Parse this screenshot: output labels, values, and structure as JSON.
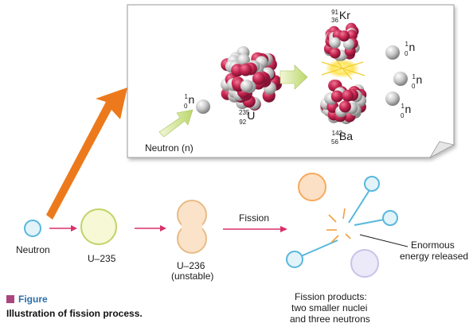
{
  "top_panel": {
    "neutron_label": "Neutron (n)",
    "neutron_symbol": {
      "mass": "1",
      "atomic": "0",
      "symbol": "n"
    },
    "uranium": {
      "mass": "235",
      "atomic": "92",
      "symbol": "U"
    },
    "krypton": {
      "mass": "91",
      "atomic": "36",
      "symbol": "Kr"
    },
    "barium": {
      "mass": "142",
      "atomic": "56",
      "symbol": "Ba"
    },
    "released_neutrons": [
      {
        "mass": "1",
        "atomic": "0",
        "symbol": "n"
      },
      {
        "mass": "1",
        "atomic": "0",
        "symbol": "n"
      },
      {
        "mass": "1",
        "atomic": "0",
        "symbol": "n"
      }
    ]
  },
  "bottom_row": {
    "neutron_label": "Neutron",
    "u235_label": "U–235",
    "u236_label": "U–236",
    "u236_sublabel": "(unstable)",
    "fission_label": "Fission",
    "energy_label_line1": "Enormous",
    "energy_label_line2": "energy released",
    "products_line1": "Fission products:",
    "products_line2": "two smaller nuclei",
    "products_line3": "and three neutrons"
  },
  "caption": {
    "title": "Figure",
    "description": "Illustration of fission process."
  },
  "colors": {
    "neutron_fill": "#e3f3fa",
    "neutron_stroke": "#58b8dc",
    "u235_fill": "#f6f8d6",
    "u235_stroke": "#c2d46a",
    "u236_fill": "#fbe3c9",
    "u236_stroke": "#e9bb86",
    "product_orange": "#f7a95c",
    "product_purple": "#c9c3e8",
    "arrow_pink": "#d8306a",
    "big_arrow": "#ec7a1c",
    "nucleon_red": "#c4244e",
    "nucleon_gray": "#c8c8c8",
    "caption_square": "#a9467e",
    "caption_title": "#2d6ea8"
  }
}
